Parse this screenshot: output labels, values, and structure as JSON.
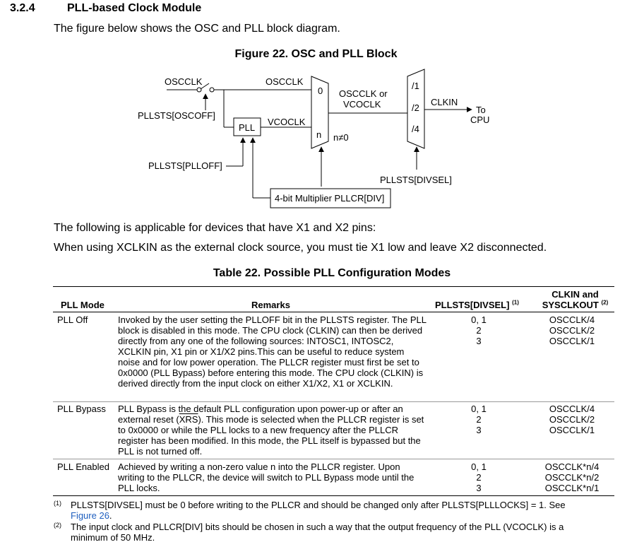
{
  "section": {
    "number": "3.2.4",
    "title": "PLL-based Clock Module",
    "intro": "The figure below shows the OSC and PLL block diagram."
  },
  "figure": {
    "caption": "Figure 22.  OSC and PLL Block",
    "labels": {
      "osc_in": "OSCCLK",
      "osc_line": "OSCCLK",
      "pllsts_oscoff": "PLLSTS[OSCOFF]",
      "pll_box": "PLL",
      "vcoclk": "VCOCLK",
      "mux_in0": "0",
      "mux_inn": "n",
      "n_ne_0": "n≠0",
      "mux_out_line1": "OSCCLK or",
      "mux_out_line2": "VCOCLK",
      "div1": "/1",
      "div2": "/2",
      "div4": "/4",
      "clkin": "CLKIN",
      "to": "To",
      "cpu": "CPU",
      "pllsts_plloff": "PLLSTS[PLLOFF]",
      "pllsts_divsel": "PLLSTS[DIVSEL]",
      "multiplier": "4-bit Multiplier PLLCR[DIV]"
    }
  },
  "paragraph1": "The following is applicable for devices that have X1 and X2 pins:",
  "paragraph2": "When using XCLKIN as the external clock source, you must tie X1 low and leave X2 disconnected.",
  "table": {
    "caption": "Table 22. Possible PLL Configuration Modes",
    "headers": {
      "mode": "PLL Mode",
      "remarks": "Remarks",
      "divsel": "PLLSTS[DIVSEL]",
      "divsel_note": "(1)",
      "clkin_line1": "CLKIN and",
      "clkin_line2": "SYSCLKOUT",
      "clkin_note": "(2)"
    },
    "rows": [
      {
        "mode": "PLL Off",
        "remarks": "Invoked by the user setting the PLLOFF bit in the PLLSTS register. The PLL block is disabled in this mode. The CPU clock (CLKIN) can then be derived directly from any one of the following sources: INTOSC1, INTOSC2, XCLKIN pin, X1 pin or X1/X2 pins.This can be useful to reduce system noise and for low power operation. The PLLCR register must first be set to 0x0000 (PLL Bypass) before entering this mode. The CPU clock (CLKIN) is derived directly from the input clock on either X1/X2, X1 or XCLKIN.",
        "divsel": "0, 1\n2\n3",
        "clk": "OSCCLK/4\nOSCCLK/2\nOSCCLK/1"
      },
      {
        "mode": "PLL Bypass",
        "remarks_before": "PLL Bypass is the default PLL configuration upon power-up or after an external reset (",
        "remarks_xrs": "XRS",
        "remarks_after": "). This mode is selected when the PLLCR register is set to 0x0000 or while the PLL locks to a new frequency after the PLLCR register has been modified. In this mode, the PLL itself is bypassed but the PLL is not turned off.",
        "divsel": "0, 1\n2\n3",
        "clk": "OSCCLK/4\nOSCCLK/2\nOSCCLK/1"
      },
      {
        "mode": "PLL Enabled",
        "remarks": "Achieved by writing a non-zero value n into the PLLCR register. Upon writing to the PLLCR, the device will switch to PLL Bypass mode until the PLL locks.",
        "divsel": "0, 1\n2\n3",
        "clk": "OSCCLK*n/4\nOSCCLK*n/2\nOSCCLK*n/1"
      }
    ]
  },
  "footnotes": [
    {
      "mark": "(1)",
      "text": "PLLSTS[DIVSEL] must be 0 before writing to the PLLCR and should be changed only after PLLSTS[PLLLOCKS] = 1. See",
      "link": "Figure 26",
      "tail": "."
    },
    {
      "mark": "(2)",
      "text": "The input clock and PLLCR[DIV] bits should be chosen in such a way that the output frequency of the PLL (VCOCLK) is a minimum of 50 MHz."
    }
  ]
}
